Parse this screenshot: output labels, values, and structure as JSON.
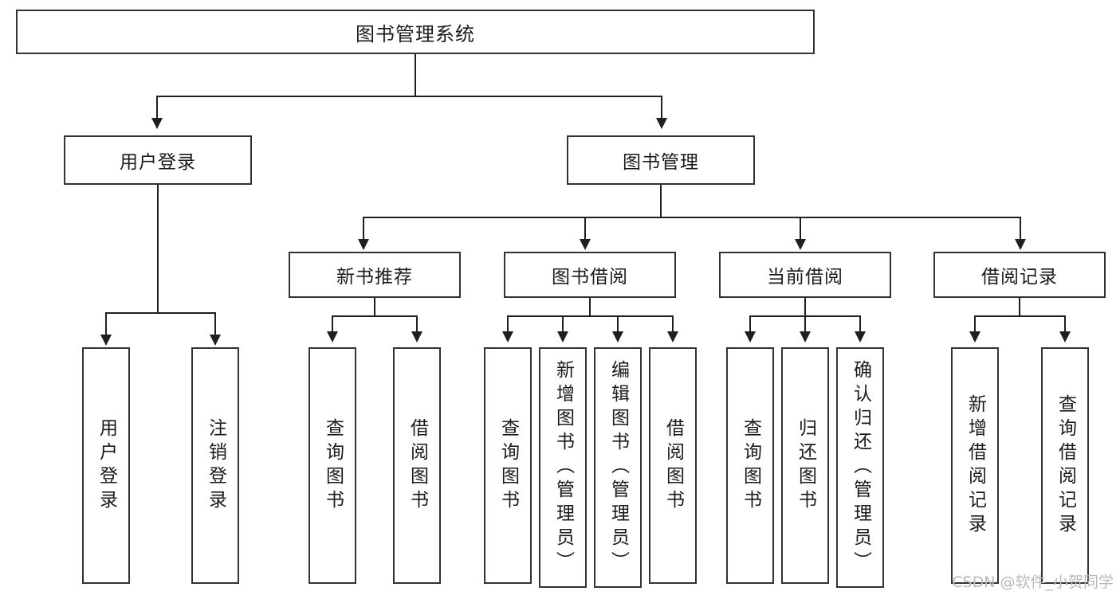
{
  "diagram": {
    "title": "图书管理系统",
    "root": {
      "label": "图书管理系统"
    },
    "level2": [
      {
        "label": "用户登录"
      },
      {
        "label": "图书管理"
      }
    ],
    "level3": [
      {
        "label": "新书推荐"
      },
      {
        "label": "图书借阅"
      },
      {
        "label": "当前借阅"
      },
      {
        "label": "借阅记录"
      }
    ],
    "leaves": {
      "user_login": [
        {
          "label": "用户登录"
        },
        {
          "label": "注销登录"
        }
      ],
      "new_book_recommend": [
        {
          "label": "查询图书"
        },
        {
          "label": "借阅图书"
        }
      ],
      "book_borrow": [
        {
          "label": "查询图书"
        },
        {
          "label": "新增图书（管理员）"
        },
        {
          "label": "编辑图书（管理员）"
        },
        {
          "label": "借阅图书"
        }
      ],
      "current_borrow": [
        {
          "label": "查询图书"
        },
        {
          "label": "归还图书"
        },
        {
          "label": "确认归还（管理员）"
        }
      ],
      "borrow_record": [
        {
          "label": "新增借阅记录"
        },
        {
          "label": "查询借阅记录"
        }
      ]
    }
  },
  "watermark": {
    "text": "CSDN @软件_小贺同学"
  },
  "colors": {
    "stroke": "#333333",
    "connector": "#1f1f1f",
    "text": "#1a1a1a",
    "watermark": "#b9b9b9",
    "background": "#ffffff"
  }
}
